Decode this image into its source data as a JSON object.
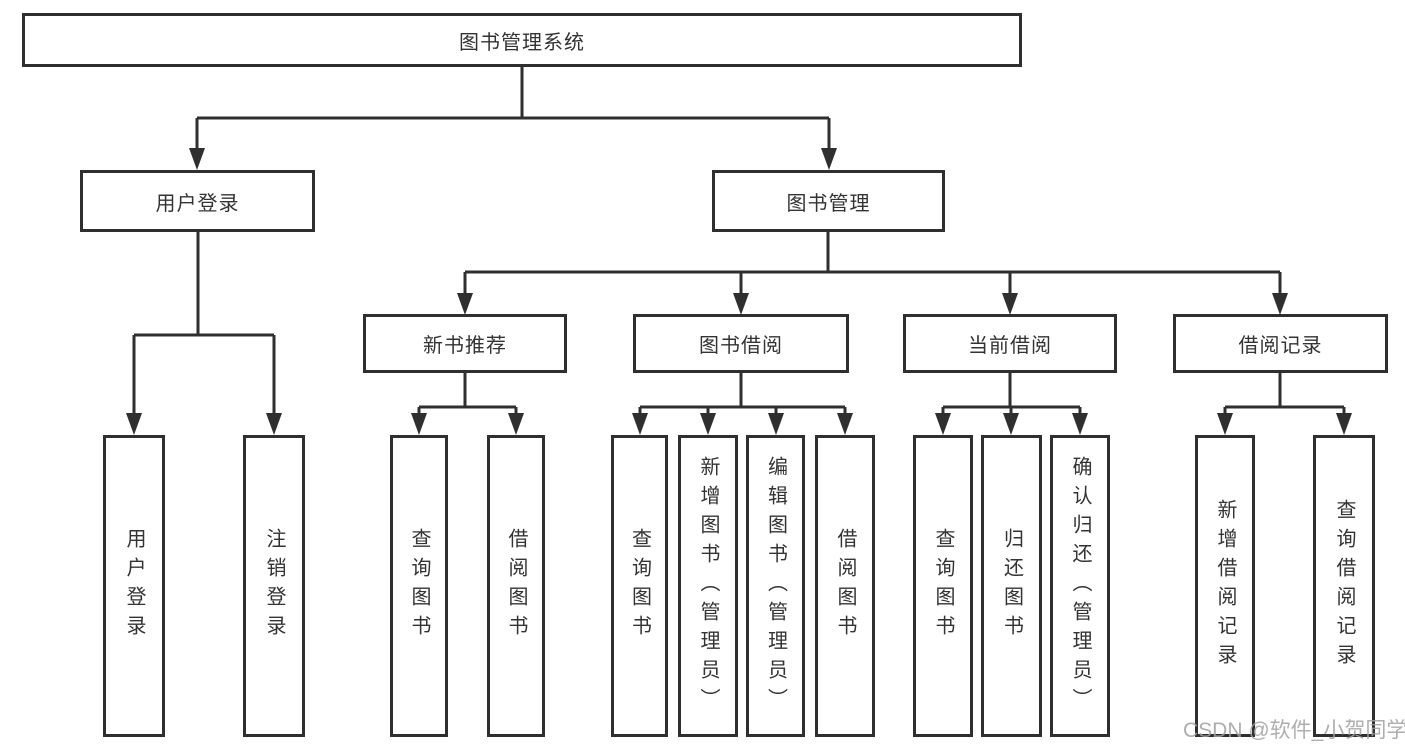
{
  "diagram": {
    "type": "tree",
    "root": {
      "label": "图书管理系统",
      "children": [
        "用户登录",
        "图书管理"
      ]
    },
    "level2": [
      {
        "label": "用户登录",
        "children": [
          "用户登录",
          "注销登录"
        ]
      },
      {
        "label": "图书管理",
        "children": [
          "新书推荐",
          "图书借阅",
          "当前借阅",
          "借阅记录"
        ]
      }
    ],
    "level3": [
      {
        "label": "新书推荐",
        "children": [
          "查询图书",
          "借阅图书"
        ]
      },
      {
        "label": "图书借阅",
        "children": [
          "查询图书",
          "新增图书（管理员）",
          "编辑图书（管理员）",
          "借阅图书"
        ]
      },
      {
        "label": "当前借阅",
        "children": [
          "查询图书",
          "归还图书",
          "确认归还（管理员）"
        ]
      },
      {
        "label": "借阅记录",
        "children": [
          "新增借阅记录",
          "查询借阅记录"
        ]
      }
    ],
    "leaves": [
      {
        "label": "用户登录"
      },
      {
        "label": "注销登录"
      },
      {
        "label": "查询图书"
      },
      {
        "label": "借阅图书"
      },
      {
        "label": "查询图书"
      },
      {
        "label": "新增图书（管理员）"
      },
      {
        "label": "编辑图书（管理员）"
      },
      {
        "label": "借阅图书"
      },
      {
        "label": "查询图书"
      },
      {
        "label": "归还图书"
      },
      {
        "label": "确认归还（管理员）"
      },
      {
        "label": "新增借阅记录"
      },
      {
        "label": "查询借阅记录"
      }
    ]
  },
  "watermark": "CSDN @软件_小贺同学",
  "colors": {
    "line": "#2f2f2f",
    "text": "#333333",
    "background": "#ffffff",
    "watermark": "#a0a0a0"
  }
}
